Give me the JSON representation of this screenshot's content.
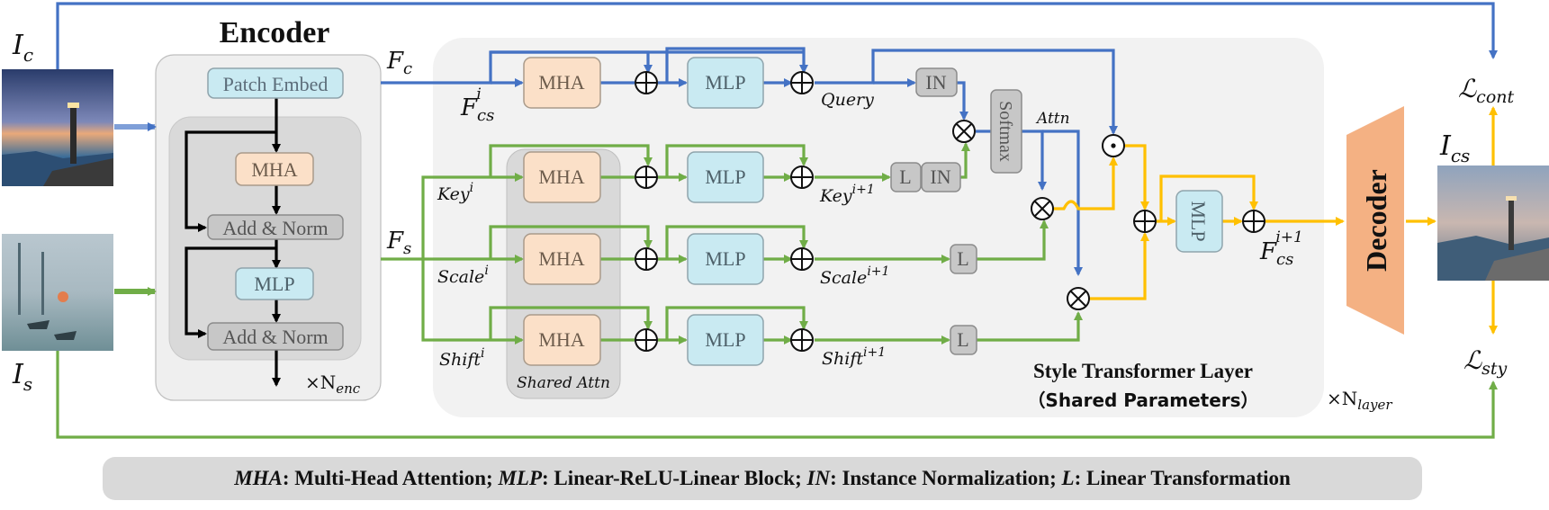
{
  "encoder": {
    "title": "Encoder",
    "patch_embed": "Patch Embed",
    "mha": "MHA",
    "add_norm_1": "Add & Norm",
    "mlp": "MLP",
    "add_norm_2": "Add & Norm",
    "repeat": "×N",
    "repeat_sub": "enc"
  },
  "inputs": {
    "content_label": "I",
    "content_sub": "c",
    "style_label": "I",
    "style_sub": "s"
  },
  "features": {
    "fc": "F",
    "fc_sub": "c",
    "fs": "F",
    "fs_sub": "s"
  },
  "stl": {
    "fcs_in": "F",
    "fcs_in_sub": "cs",
    "fcs_in_sup": "i",
    "query": "Query",
    "key_in": "Key",
    "key_in_sup": "i",
    "scale_in": "Scale",
    "scale_in_sup": "i",
    "shift_in": "Shift",
    "shift_in_sup": "i",
    "key_out": "Key",
    "key_out_sup": "i+1",
    "scale_out": "Scale",
    "scale_out_sup": "i+1",
    "shift_out": "Shift",
    "shift_out_sup": "i+1",
    "mha": "MHA",
    "mlp": "MLP",
    "in": "IN",
    "l": "L",
    "softmax": "Softmax",
    "attn": "Attn",
    "shared_attn": "Shared Attn",
    "fcs_out": "F",
    "fcs_out_sub": "cs",
    "fcs_out_sup": "i+1",
    "title_line1": "Style Transformer Layer",
    "title_line2": "（Shared Parameters）",
    "repeat": "×N",
    "repeat_sub": "layer"
  },
  "decoder": {
    "label": "Decoder"
  },
  "outputs": {
    "ics": "I",
    "ics_sub": "cs",
    "cont": "ℒ",
    "cont_sub": "cont",
    "sty": "ℒ",
    "sty_sub": "sty"
  },
  "legend": {
    "mha_key": "MHA",
    "mha_def": ": Multi-Head Attention; ",
    "mlp_key": "MLP",
    "mlp_def": ": Linear-ReLU-Linear Block; ",
    "in_key": "IN",
    "in_def": ": Instance Normalization; ",
    "l_key": "L",
    "l_def": ": Linear Transformation"
  },
  "colors": {
    "blue": "#4472c4",
    "green": "#70ad47",
    "yellow": "#ffc000",
    "mha_fill": "#fbe0c8",
    "mlp_fill": "#c9eaf2",
    "decoder": "#f4b183",
    "panel": "#f2f2f2"
  }
}
